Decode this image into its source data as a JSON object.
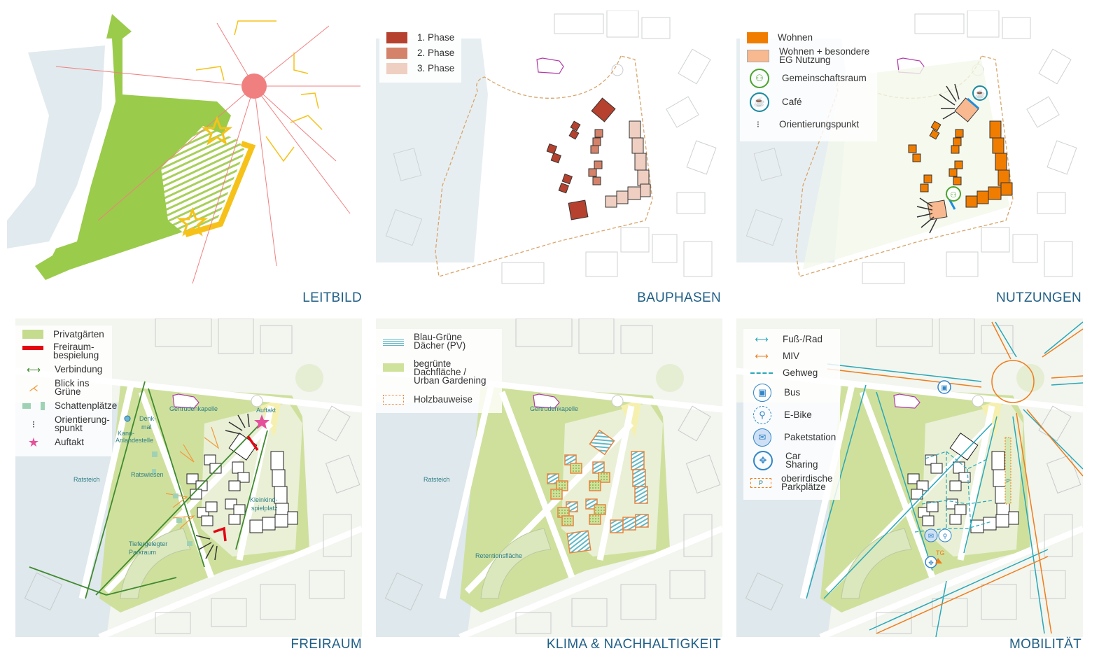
{
  "panels": {
    "leitbild": {
      "title": "LEITBILD"
    },
    "bauphasen": {
      "title": "BAUPHASEN",
      "legend": [
        {
          "label": "1. Phase",
          "color": "#b5412e"
        },
        {
          "label": "2. Phase",
          "color": "#d4826a"
        },
        {
          "label": "3. Phase",
          "color": "#efcfc2"
        }
      ]
    },
    "nutzungen": {
      "title": "NUTZUNGEN",
      "legend": [
        {
          "label": "Wohnen",
          "color": "#f07d00",
          "icon": "swatch"
        },
        {
          "label": "Wohnen + besondere EG Nutzung",
          "color": "#f8b990",
          "icon": "swatch"
        },
        {
          "label": "Gemeinschaftsraum",
          "color": "#4aa52e",
          "icon": "community-icon"
        },
        {
          "label": "Café",
          "color": "#1b8aa0",
          "icon": "coffee-cup-icon"
        },
        {
          "label": "Orientierungspunkt",
          "color": "#333333",
          "icon": "orientation-rays-icon"
        }
      ]
    },
    "freiraum": {
      "title": "FREIRAUM",
      "legend": [
        {
          "label": "Privatgärten",
          "color": "#c5dc8e"
        },
        {
          "label": "Freiraum-bespielung",
          "color": "#e30613"
        },
        {
          "label": "Verbindung",
          "color": "#3f8a2f"
        },
        {
          "label": "Blick ins Grüne",
          "color": "#f39a3c"
        },
        {
          "label": "Schattenplätze",
          "color": "#9fd2b4"
        },
        {
          "label": "Orientierung-spunkt",
          "color": "#333333"
        },
        {
          "label": "Auftakt",
          "color": "#e4509a"
        }
      ],
      "map_labels": {
        "ratsteich": "Ratsteich",
        "ratswiesen": "Ratswiesen",
        "kapelle": "Gertrudenkapelle",
        "auftakt": "Auftakt",
        "denkmal_1": "Denk-",
        "denkmal_2": "mal",
        "kanu_1": "Kanu-",
        "kanu_2": "Anlandestelle",
        "parkraum_1": "Tiefergelegter",
        "parkraum_2": "Parkraum",
        "spielplatz_1": "Kleinkind-",
        "spielplatz_2": "spielplatz"
      }
    },
    "klima": {
      "title": "KLIMA & NACHHALTIGKEIT",
      "legend": [
        {
          "label": "Blau-Grüne Dächer (PV)",
          "color": "#5fb8c6"
        },
        {
          "label": "begrünte Dachfläche / Urban Gardening",
          "color": "#b7d37a"
        },
        {
          "label": "Holzbauweise",
          "color": "#e8843e"
        }
      ],
      "map_labels": {
        "ratsteich": "Ratsteich",
        "kapelle": "Gertrudenkapelle",
        "retention": "Retentionsfläche"
      }
    },
    "mobilitaet": {
      "title": "MOBILITÄT",
      "legend": [
        {
          "label": "Fuß-/Rad",
          "color": "#28a8b8"
        },
        {
          "label": "MIV",
          "color": "#f07d1a"
        },
        {
          "label": "Gehweg",
          "color": "#28a8b8"
        },
        {
          "label": "Bus",
          "color": "#2f86c8"
        },
        {
          "label": "E-Bike",
          "color": "#2f86c8"
        },
        {
          "label": "Paketstation",
          "color": "#2f86c8"
        },
        {
          "label": "Car Sharing",
          "color": "#2f86c8"
        },
        {
          "label": "oberirdische Parkplätze",
          "color": "#f07d1a"
        }
      ],
      "map_labels": {
        "tg": "TG",
        "p": "P",
        "p_legend": "P"
      }
    }
  }
}
